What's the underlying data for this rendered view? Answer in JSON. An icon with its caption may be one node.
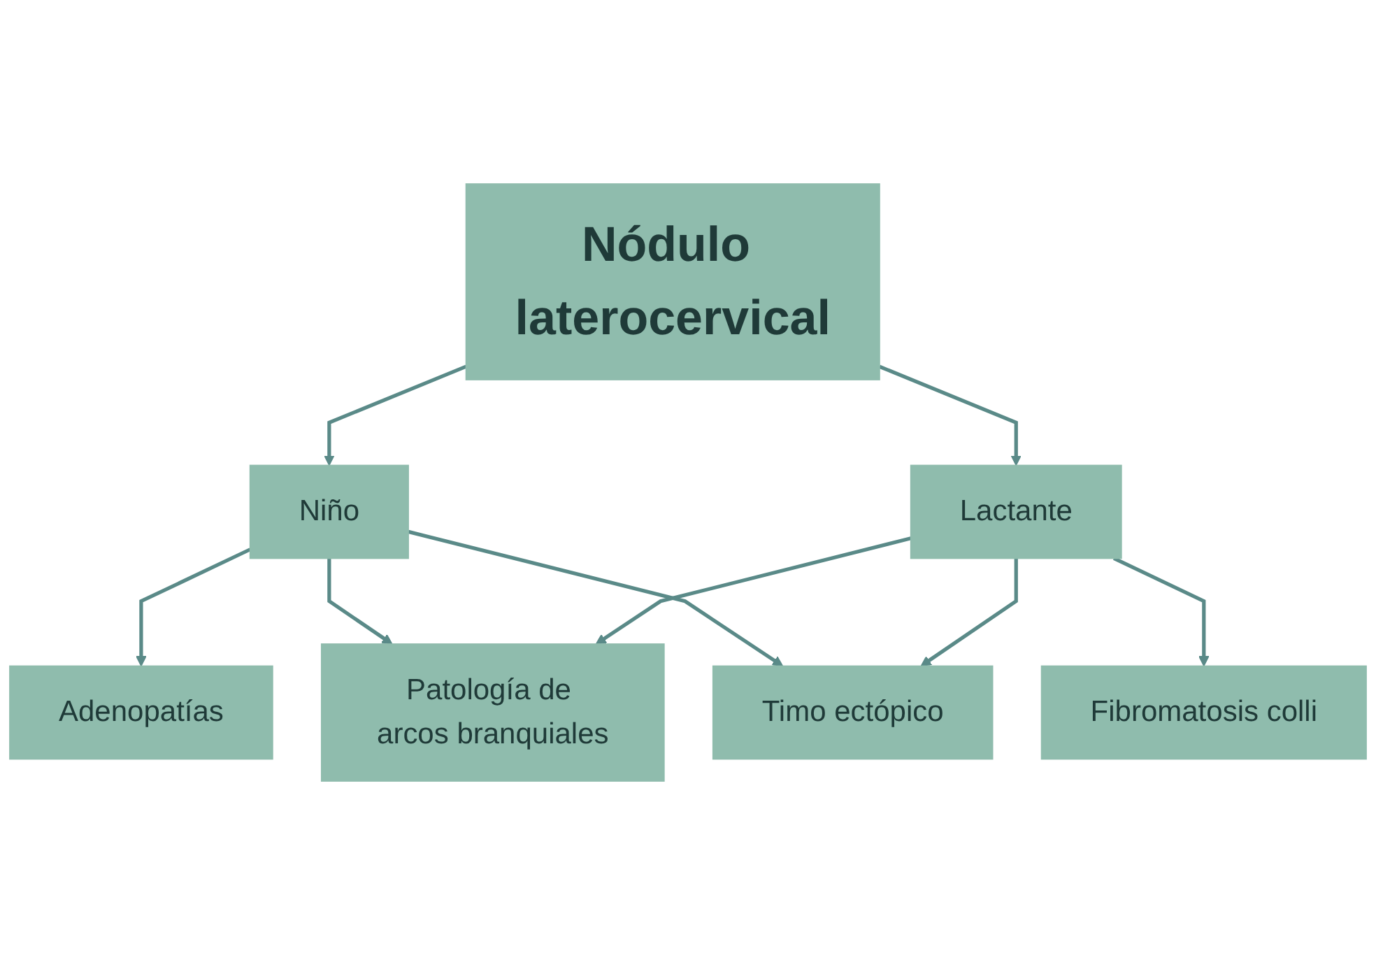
{
  "diagram": {
    "nodes": [
      {
        "text": [
          "Nódulo laterocervical"
        ]
      },
      {
        "text": [
          "Niño"
        ]
      },
      {
        "text": [
          "Lactante"
        ]
      },
      {
        "text": [
          "Adenopatías"
        ]
      },
      {
        "text": [
          "Fibromatosis colli"
        ]
      },
      {
        "text": [
          "Patología de arcos branquiales"
        ]
      },
      {
        "text": [
          "Timo ectópico"
        ]
      }
    ],
    "edges": [
      {
        "from": 0,
        "to": 1,
        "arrow": "to"
      },
      {
        "from": 0,
        "to": 2,
        "arrow": "to"
      },
      {
        "from": 1,
        "to": 3,
        "arrow": "to"
      },
      {
        "from": 1,
        "to": 5,
        "arrow": "to"
      },
      {
        "from": 1,
        "to": 6,
        "arrow": "to"
      },
      {
        "from": 2,
        "to": 5,
        "arrow": "to"
      },
      {
        "from": 2,
        "to": 6,
        "arrow": "to"
      },
      {
        "from": 2,
        "to": 4,
        "arrow": "to"
      }
    ]
  }
}
